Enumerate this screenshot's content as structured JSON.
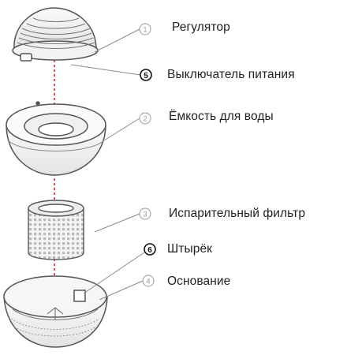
{
  "parts": [
    {
      "number": "1",
      "label": "Регулятор"
    },
    {
      "number": "5",
      "label": "Выключатель питания"
    },
    {
      "number": "2",
      "label": "Ёмкость для воды"
    },
    {
      "number": "3",
      "label": "Испарительный фильтр"
    },
    {
      "number": "6",
      "label": "Штырёк"
    },
    {
      "number": "4",
      "label": "Основание"
    }
  ],
  "colors": {
    "outline": "#555555",
    "axis_line": "#c8322d",
    "leader": "#8a8a8a",
    "callout_circle_light": "#9a9a9a",
    "callout_circle_bold": "#111111"
  }
}
